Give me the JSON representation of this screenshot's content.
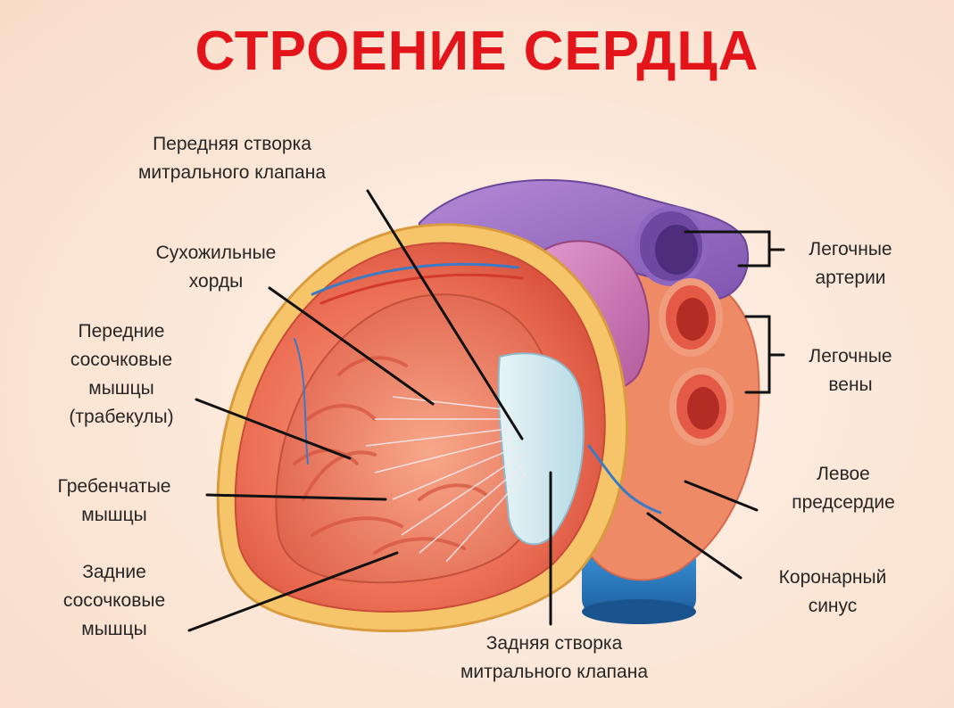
{
  "title": "СТРОЕНИЕ СЕРДЦА",
  "labels": {
    "anterior_mitral_leaflet": "Передняя створка\nмитрального клапана",
    "chordae_tendineae": "Сухожильные\nхорды",
    "anterior_papillary_muscles": "Передние\nсосочковые\nмышцы\n(трабекулы)",
    "pectinate_muscles": "Гребенчатые\nмышцы",
    "posterior_papillary_muscles": "Задние\nсосочковые\nмышцы",
    "posterior_mitral_leaflet": "Задняя створка\nмитрального клапана",
    "pulmonary_arteries": "Легочные\nартерии",
    "pulmonary_veins": "Легочные\nвены",
    "left_atrium": "Левое\nпредсердие",
    "coronary_sinus": "Коронарный\nсинус"
  },
  "colors": {
    "title": "#e3151b",
    "myocardium": "#f07a5c",
    "wall_fat": "#f6c56a",
    "artery": "#9b6fc4",
    "vein_blue": "#2f7fc6",
    "valve": "#cfe6ee"
  }
}
